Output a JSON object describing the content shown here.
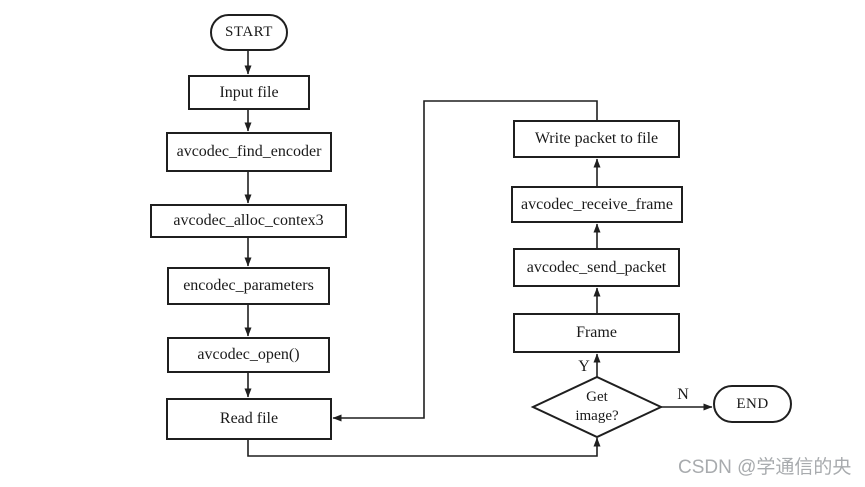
{
  "page": {
    "background": "#ffffff"
  },
  "flowchart": {
    "nodes": {
      "start": {
        "label": "START",
        "type": "terminator"
      },
      "input_file": {
        "label": "Input file",
        "type": "process"
      },
      "find_encoder": {
        "label": "avcodec_find_encoder",
        "type": "process"
      },
      "alloc_contex3": {
        "label": "avcodec_alloc_contex3",
        "type": "process"
      },
      "encodec_parameters": {
        "label": "encodec_parameters",
        "type": "process"
      },
      "avcodec_open": {
        "label": "avcodec_open()",
        "type": "process"
      },
      "read_file": {
        "label": "Read file",
        "type": "process"
      },
      "write_packet": {
        "label": "Write packet to file",
        "type": "process"
      },
      "receive_frame": {
        "label": "avcodec_receive_frame",
        "type": "process"
      },
      "send_packet": {
        "label": "avcodec_send_packet",
        "type": "process"
      },
      "frame": {
        "label": "Frame",
        "type": "process"
      },
      "get_image": {
        "label_lines": [
          "Get",
          "image?"
        ],
        "type": "decision"
      },
      "end": {
        "label": "END",
        "type": "terminator"
      }
    },
    "edge_labels": {
      "yes": "Y",
      "no": "N"
    },
    "colors": {
      "line": "#1f1f1f",
      "border": "#1f1f1f",
      "text": "#1a1a1a",
      "background": "#ffffff",
      "watermark": "#a8abae"
    }
  },
  "watermark": {
    "text": "CSDN @学通信的央"
  }
}
